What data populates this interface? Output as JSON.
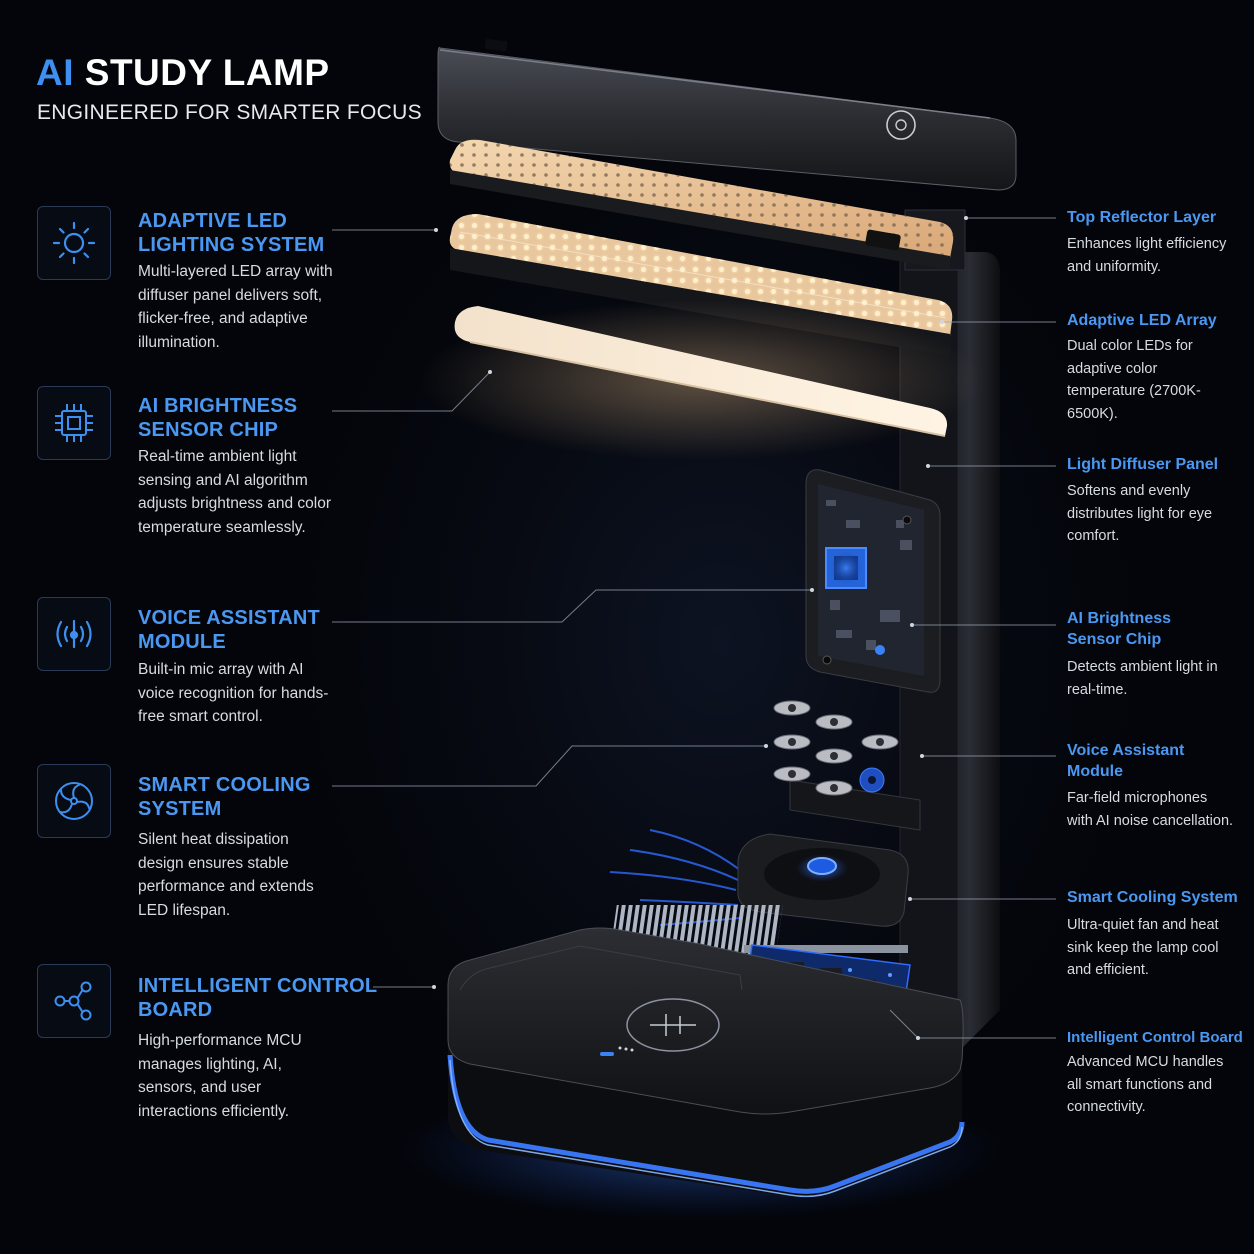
{
  "header": {
    "title_accent": "AI",
    "title_rest": "STUDY LAMP",
    "subtitle": "ENGINEERED FOR SMARTER FOCUS"
  },
  "features": [
    {
      "icon": "sun-icon",
      "title": "ADAPTIVE LED LIGHTING SYSTEM",
      "description": "Multi-layered LED array with diffuser panel delivers soft, flicker-free, and adaptive illumination."
    },
    {
      "icon": "chip-icon",
      "title": "AI BRIGHTNESS SENSOR CHIP",
      "description": "Real-time ambient light sensing and AI algorithm adjusts brightness and color temperature seamlessly."
    },
    {
      "icon": "voice-wave-icon",
      "title": "VOICE ASSISTANT MODULE",
      "description": "Built-in mic array with AI voice recognition for hands-free smart control."
    },
    {
      "icon": "fan-icon",
      "title": "SMART COOLING SYSTEM",
      "description": "Silent heat dissipation design ensures stable performance and extends LED lifespan."
    },
    {
      "icon": "network-icon",
      "title": "INTELLIGENT CONTROL BOARD",
      "description": "High-performance MCU manages lighting, AI, sensors, and user interactions efficiently."
    }
  ],
  "components": [
    {
      "title": "Top Reflector Layer",
      "description": "Enhances light efficiency and uniformity."
    },
    {
      "title": "Adaptive LED Array",
      "description": "Dual color LEDs for adaptive color temperature (2700K-6500K)."
    },
    {
      "title": "Light Diffuser Panel",
      "description": "Softens and evenly distributes light for eye comfort."
    },
    {
      "title": "AI Brightness Sensor Chip",
      "description": "Detects ambient light in real-time."
    },
    {
      "title": "Voice Assistant Module",
      "description": "Far-field microphones with AI noise cancellation."
    },
    {
      "title": "Smart Cooling System",
      "description": "Ultra-quiet fan and heat sink keep the lamp cool and efficient."
    },
    {
      "title": "Intelligent Control Board",
      "description": "Advanced MCU handles all smart functions and connectivity."
    }
  ],
  "colors": {
    "accent": "#3d8ff0",
    "background": "#05070c",
    "warm_led": "#ffd6a0",
    "base_glow": "#2f6bff"
  }
}
